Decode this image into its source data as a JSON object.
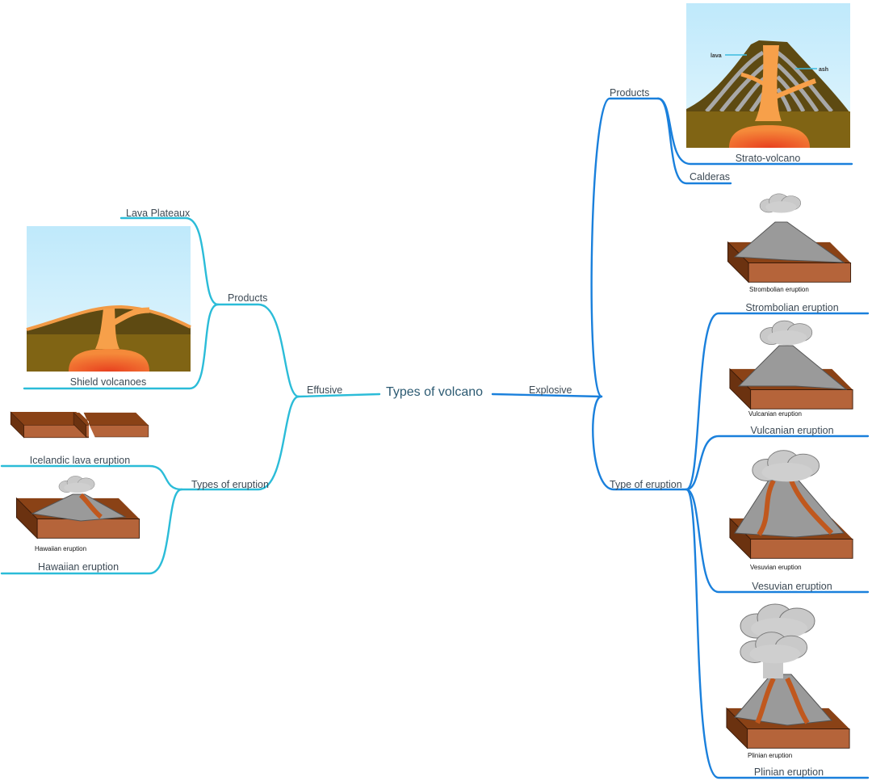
{
  "title": "Types of volcano",
  "colors": {
    "effusive_branch": "#2bbcd8",
    "explosive_branch": "#1a80dc",
    "center_text": "#2c5a72"
  },
  "left": {
    "label": "Effusive",
    "products": {
      "label": "Products",
      "items": [
        "Lava Plateaux",
        "Shield volcanoes"
      ]
    },
    "types": {
      "label": "Types of eruption",
      "items": [
        "Icelandic lava eruption",
        "Hawaiian eruption"
      ],
      "image_caption": "Hawaiian eruption"
    }
  },
  "right": {
    "label": "Explosive",
    "products": {
      "label": "Products",
      "items": [
        "Strato-volcano",
        "Calderas"
      ],
      "image_labels": {
        "lava": "lava",
        "ash": "ash"
      }
    },
    "types": {
      "label": "Type of eruption",
      "items": [
        "Strombolian eruption",
        "Vulcanian eruption",
        "Vesuvian eruption",
        "Plinian eruption"
      ],
      "image_captions": [
        "Strombolian eruption",
        "Vulcanian eruption",
        "Vesuvian eruption",
        "Plinian eruption"
      ]
    }
  }
}
